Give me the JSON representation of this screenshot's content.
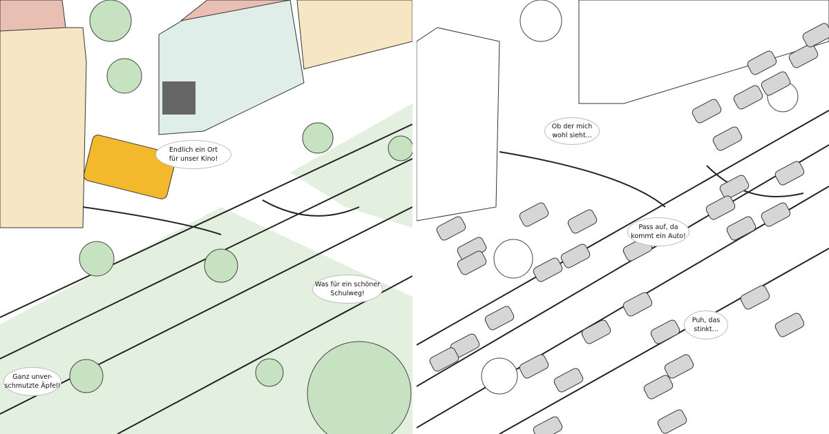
{
  "left_scene": {
    "title": "car-free street",
    "colors": {
      "green": "#d9ebd3",
      "tree": "#c6e2c0",
      "bus": "#f3b82c",
      "building_yellow": "#f7e6c4",
      "building_blue": "#dfeee9",
      "roof": "#e9bfb4"
    },
    "bubbles": [
      {
        "lines": [
          "Endlich ein Ort",
          "für unser Kino!"
        ]
      },
      {
        "lines": [
          "Was für ein schöner",
          "Schulweg!"
        ]
      },
      {
        "lines": [
          "Ganz unver-",
          "schmutzte Äpfel!"
        ]
      }
    ]
  },
  "right_scene": {
    "title": "car-dominated street",
    "colors": {
      "car": "#d6d6d6",
      "smog": "#bdbdbd"
    },
    "bubbles": [
      {
        "lines": [
          "Ob der mich",
          "wohl sieht..."
        ]
      },
      {
        "lines": [
          "Pass auf, da",
          "kommt ein Auto!"
        ]
      },
      {
        "lines": [
          "Puh, das",
          "stinkt..."
        ]
      }
    ]
  }
}
